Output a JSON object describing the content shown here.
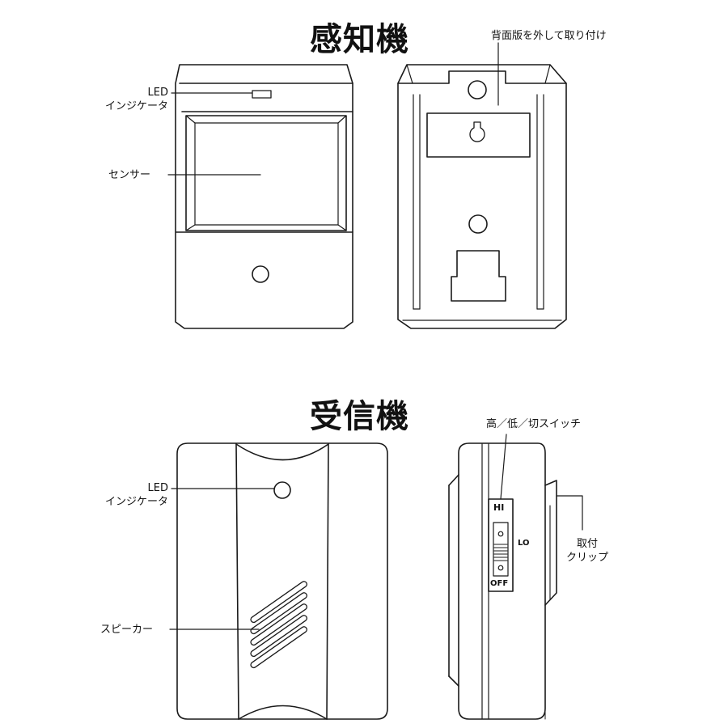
{
  "sections": {
    "sensor": {
      "title": "感知機",
      "led_label_1": "LED",
      "led_label_2": "インジケータ",
      "sensor_label": "センサー",
      "back_plate_label": "背面版を外して取り付け"
    },
    "receiver": {
      "title": "受信機",
      "led_label_1": "LED",
      "led_label_2": "インジケータ",
      "speaker_label": "スピーカー",
      "switch_label": "高／低／切スイッチ",
      "clip_label_1": "取付",
      "clip_label_2": "クリップ",
      "switch_hi": "HI",
      "switch_lo": "LO",
      "switch_off": "OFF"
    }
  }
}
